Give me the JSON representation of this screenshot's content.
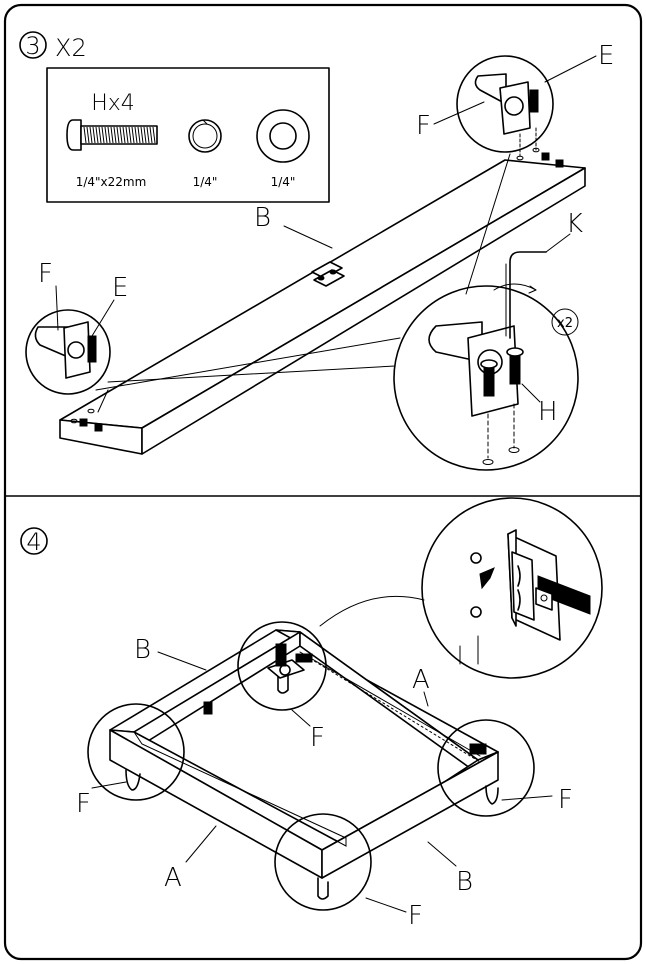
{
  "step3": {
    "number": "3",
    "multiplier": "X2",
    "hardware": {
      "bolt_label": "Hx4",
      "bolt_size": "1/4\"x22mm",
      "lock_washer_size": "1/4\"",
      "flat_washer_size": "1/4\""
    },
    "labels": {
      "rail": "B",
      "bracket_right": "E",
      "leg_right": "F",
      "bracket_left": "E",
      "leg_left": "F",
      "allen_key": "K",
      "bolt_callout": "H",
      "repeat": "x2"
    }
  },
  "step4": {
    "number": "4",
    "labels": {
      "rail_back": "B",
      "rail_right": "A",
      "leg_center": "F",
      "leg_left": "F",
      "leg_right": "F",
      "leg_front": "F",
      "rail_front_left": "A",
      "rail_front_right": "B"
    }
  },
  "colors": {
    "line": "#000000",
    "background": "#ffffff"
  }
}
